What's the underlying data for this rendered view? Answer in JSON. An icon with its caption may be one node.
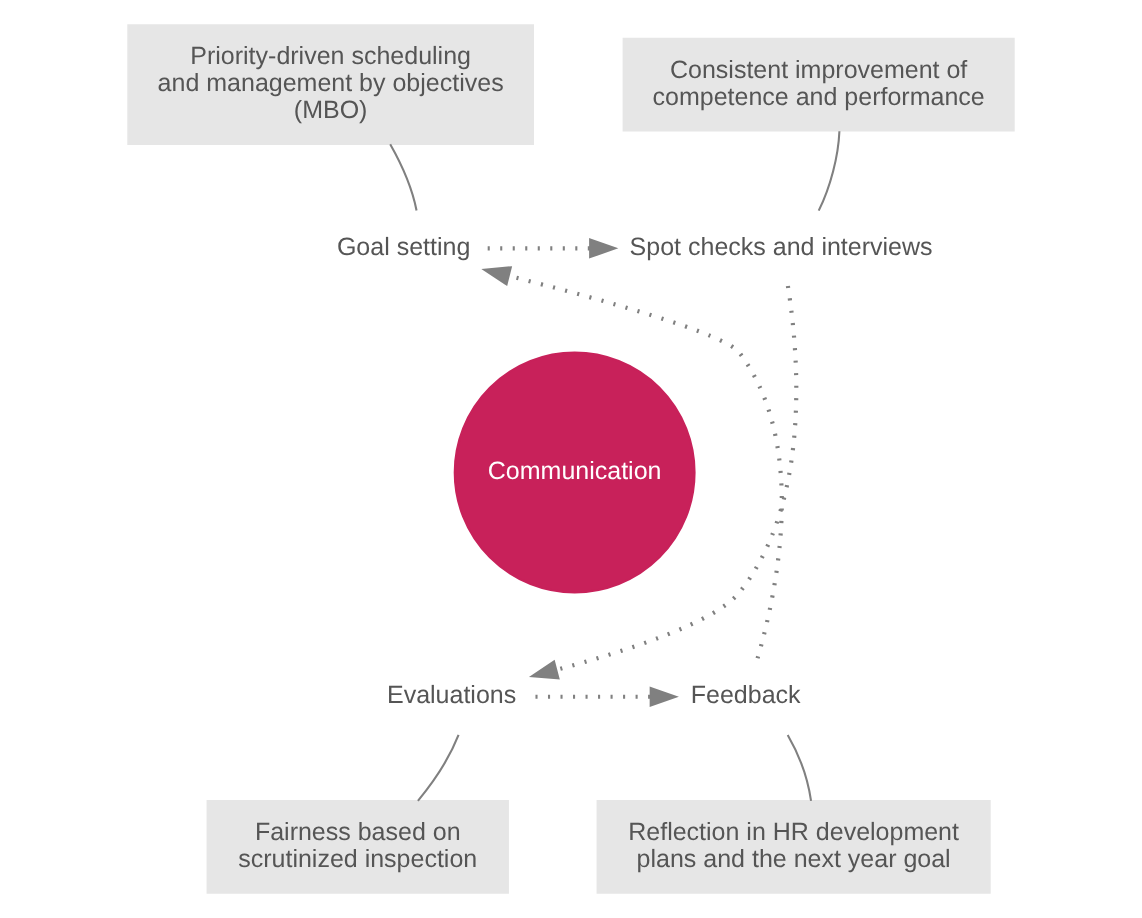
{
  "diagram": {
    "nodes": [
      {
        "text": [
          "Priority-driven scheduling and management by objectives (MBO)"
        ]
      },
      {
        "text": [
          "Consistent improvement of competence and performance"
        ]
      },
      {
        "text": [
          "Communication"
        ]
      },
      {
        "text": [
          "Goal setting"
        ]
      },
      {
        "text": [
          "Spot checks and interviews"
        ]
      },
      {
        "text": [
          "Evaluations"
        ]
      },
      {
        "text": [
          "Feedback"
        ]
      },
      {
        "text": [
          "Reflection in HR development plans and the next year goal"
        ]
      },
      {
        "text": [
          "Fairness based on scrutinized inspection"
        ]
      }
    ],
    "edges": [
      {
        "from": 3,
        "to": 4,
        "arrow": "to",
        "style": "dashed"
      },
      {
        "from": 4,
        "to": 5,
        "arrow": "to",
        "style": "dashed"
      },
      {
        "from": 5,
        "to": 6,
        "arrow": "to",
        "style": "dashed"
      },
      {
        "from": 6,
        "to": 3,
        "arrow": "to",
        "style": "dashed"
      },
      {
        "from": 0,
        "to": 3,
        "arrow": "none"
      },
      {
        "from": 1,
        "to": 4,
        "arrow": "none"
      },
      {
        "from": 8,
        "to": 5,
        "arrow": "none"
      },
      {
        "from": 7,
        "to": 6,
        "arrow": "none"
      }
    ]
  }
}
